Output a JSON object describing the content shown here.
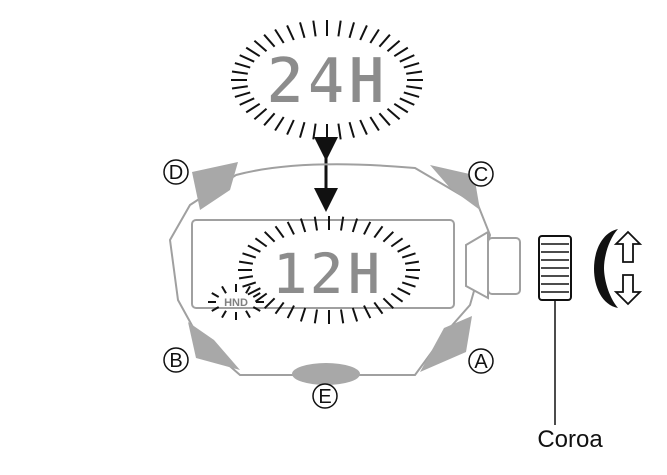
{
  "diagram": {
    "display_top": "24H",
    "display_bottom": "12H",
    "hand_indicator": "HND",
    "buttons": {
      "a": "A",
      "b": "B",
      "c": "C",
      "d": "D",
      "e": "E"
    },
    "crown_label": "Coroa"
  },
  "colors": {
    "lcd_text": "#8c8c8c",
    "outline": "#a0a0a0",
    "button_fill": "#a8a8a8",
    "ink": "#111111"
  }
}
